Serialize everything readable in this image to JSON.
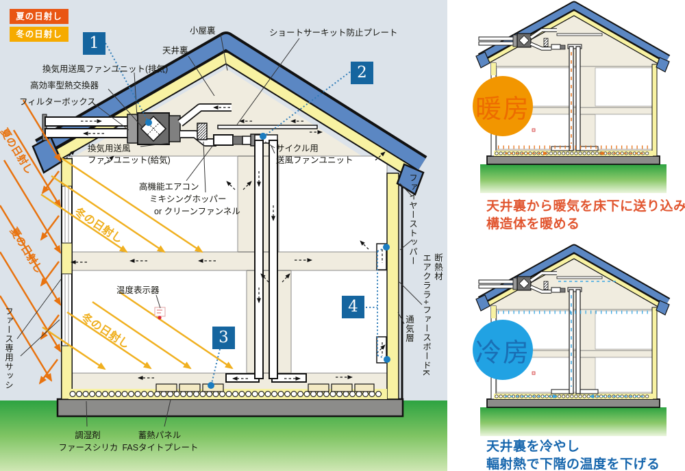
{
  "legend": {
    "summer_badge": "夏の日射し",
    "winter_badge": "冬の日射し"
  },
  "markers": {
    "m1": "1",
    "m2": "2",
    "m3": "3",
    "m4": "4"
  },
  "labels": {
    "koyaura": "小屋裏",
    "tenjoura": "天井裏",
    "short_circuit_plate": "ショートサーキット防止プレート",
    "exhaust_fan_unit": "換気用送風ファンユニット(排気)",
    "heat_exchanger": "高効率型熱交換器",
    "filter_box": "フィルターボックス",
    "supply_fan_line1": "換気用送風",
    "supply_fan_line2": "ファンユニット(給気)",
    "aircon": "高機能エアコン",
    "mixing_hopper": "ミキシングホッパー",
    "clean_funnel": "or クリーンファンネル",
    "cycle_fan_line1": "サイクル用",
    "cycle_fan_line2": "送風ファンユニット",
    "temp_display": "温度表示器",
    "fire_stopper": "ファイヤーストッパー",
    "insulation_title": "断熱材",
    "insulation_name": "エアクララ+ファースボードK",
    "vent_layer": "通気層",
    "fas_sash": "ファース専用サッシ",
    "humidity_line1": "調湿剤",
    "humidity_line2": "ファースシリカ",
    "storage_line1": "蓄熱パネル",
    "storage_line2": "FASタイトプレート",
    "summer_ray_upper": "夏の日射し",
    "summer_ray_lower": "夏の日射し",
    "winter_ray_upper": "冬の日射し",
    "winter_ray_lower": "冬の日射し"
  },
  "right": {
    "heating": {
      "badge": "暖房",
      "caption_line1": "天井裏から暖気を床下に送り込み",
      "caption_line2": "構造体を暖める"
    },
    "cooling": {
      "badge": "冷房",
      "caption_line1": "天井裏を冷やし",
      "caption_line2": "輻射熱で下階の温度を下げる"
    }
  },
  "colors": {
    "panel_bg": "#dce3ea",
    "roof_blue": "#5b87c3",
    "insulation_yellow": "#f8f2a2",
    "interior_cream": "#f0ecdf",
    "foundation_gray": "#8c8c8a",
    "ground_green": "#2da341",
    "marker_blue": "#15659f",
    "dot_blue": "#1b7cc0",
    "summer_orange": "#e8730f",
    "winter_yellow": "#f0b020",
    "badge_summer": "#e95513",
    "badge_winter": "#f6ab00",
    "heating_circle": "#f29600",
    "cooling_circle": "#21a2e3",
    "caption_heat": "#e1552f",
    "caption_cool": "#1666ad"
  }
}
